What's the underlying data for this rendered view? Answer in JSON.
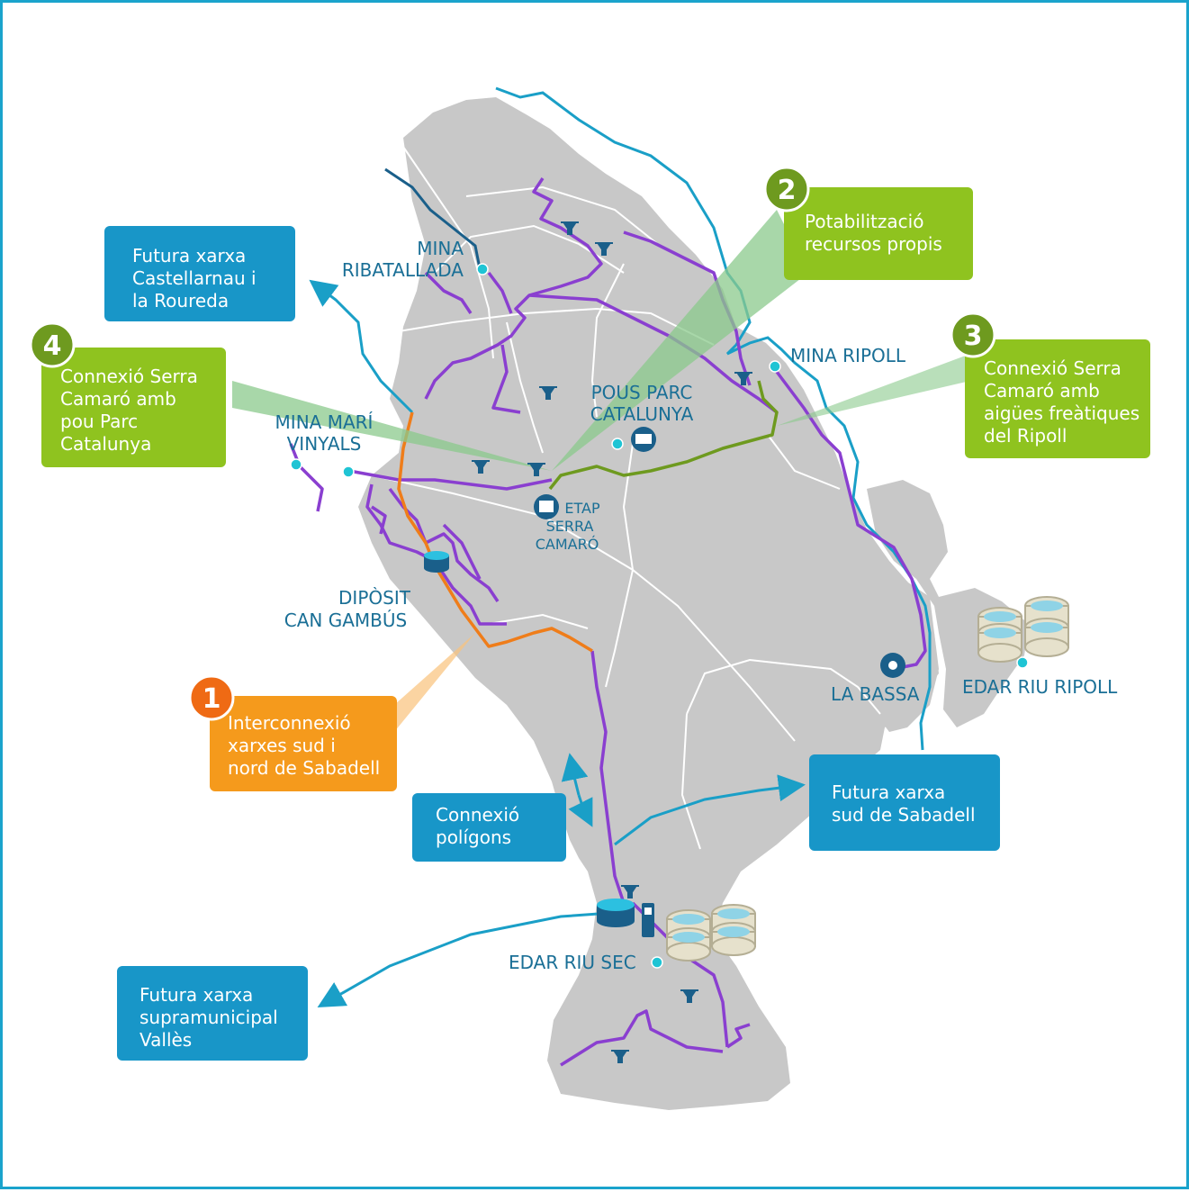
{
  "colors": {
    "land": "#c8c8c8",
    "river": "#1a9fc7",
    "network": "#8a3fd0",
    "interconnection": "#ef7d1a",
    "potable": "#6e9a1f",
    "green_box": "#8fc31f",
    "blue_box": "#1896c8",
    "orange_box": "#f59a1c",
    "orange_circle": "#ef6a14"
  },
  "labels": {
    "mina_ribatallada": [
      "MINA",
      "RIBATALLADA"
    ],
    "mina_ripoll": "MINA RIPOLL",
    "pous_parc": [
      "POUS PARC",
      "CATALUNYA"
    ],
    "mina_mari": [
      "MINA MARÍ",
      "VINYALS"
    ],
    "etap": [
      "ETAP",
      "SERRA",
      "CAMARÓ"
    ],
    "diposit": [
      "DIPÒSIT",
      "CAN GAMBÚS"
    ],
    "la_bassa": "LA BASSA",
    "edar_ripoll": "EDAR RIU RIPOLL",
    "edar_sec": "EDAR RIU SEC"
  },
  "boxes": {
    "castellarnau": [
      "Futura xarxa",
      "Castellarnau i",
      "la Roureda"
    ],
    "potabilitzacio": [
      "Potabilització",
      "recursos propis"
    ],
    "serra_pou": [
      "Connexió Serra",
      "Camaró amb",
      "pou Parc",
      "Catalunya"
    ],
    "serra_ripoll": [
      "Connexió Serra",
      "Camaró amb",
      "aigües freàtiques",
      "del Ripoll"
    ],
    "interconnexio": [
      "Interconnexió",
      "xarxes sud i",
      "nord de Sabadell"
    ],
    "poligons": [
      "Connexió",
      "polígons"
    ],
    "sud": [
      "Futura xarxa",
      "sud de Sabadell"
    ],
    "valles": [
      "Futura xarxa",
      "supramunicipal",
      "Vallès"
    ]
  },
  "numbers": {
    "n1": "1",
    "n2": "2",
    "n3": "3",
    "n4": "4"
  },
  "icons": [
    "well-icon",
    "water-tank-icon",
    "treatment-plant-icon",
    "wastewater-plant-icon",
    "pin-icon"
  ]
}
